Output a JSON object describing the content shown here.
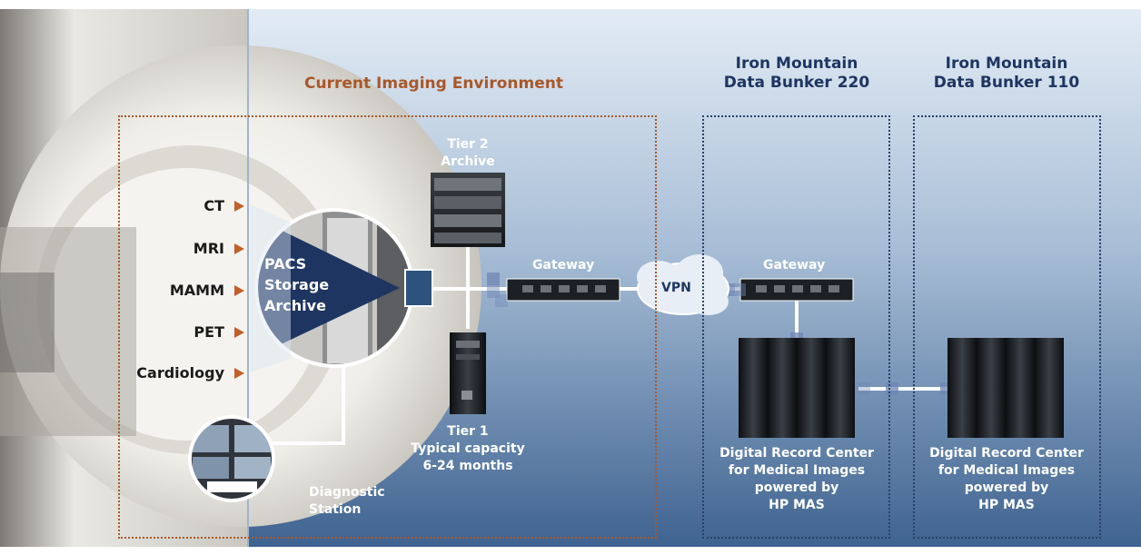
{
  "sections": {
    "current_env": "Current Imaging Environment",
    "bunker_220": [
      "Iron Mountain",
      "Data Bunker 220"
    ],
    "bunker_110": [
      "Iron Mountain",
      "Data Bunker 110"
    ]
  },
  "modalities": [
    "CT",
    "MRI",
    "MAMM",
    "PET",
    "Cardiology"
  ],
  "pacs": [
    "PACS",
    "Storage",
    "Archive"
  ],
  "tier2": [
    "Tier 2",
    "Archive"
  ],
  "tier1": [
    "Tier 1",
    "Typical capacity",
    "6-24 months"
  ],
  "diagnostic": [
    "Diagnostic",
    "Station"
  ],
  "gateway_left": "Gateway",
  "gateway_right": "Gateway",
  "vpn": "VPN",
  "record_center_220": [
    "Digital Record Center",
    "for Medical Images",
    "powered by",
    "HP MAS"
  ],
  "record_center_110": [
    "Digital Record Center",
    "for Medical Images",
    "powered by",
    "HP MAS"
  ],
  "colors": {
    "accent_brown": "#a8582a",
    "navy": "#1f3561",
    "bg_blue_top": "#dce8f3",
    "bg_blue_bottom": "#4d6f99"
  }
}
